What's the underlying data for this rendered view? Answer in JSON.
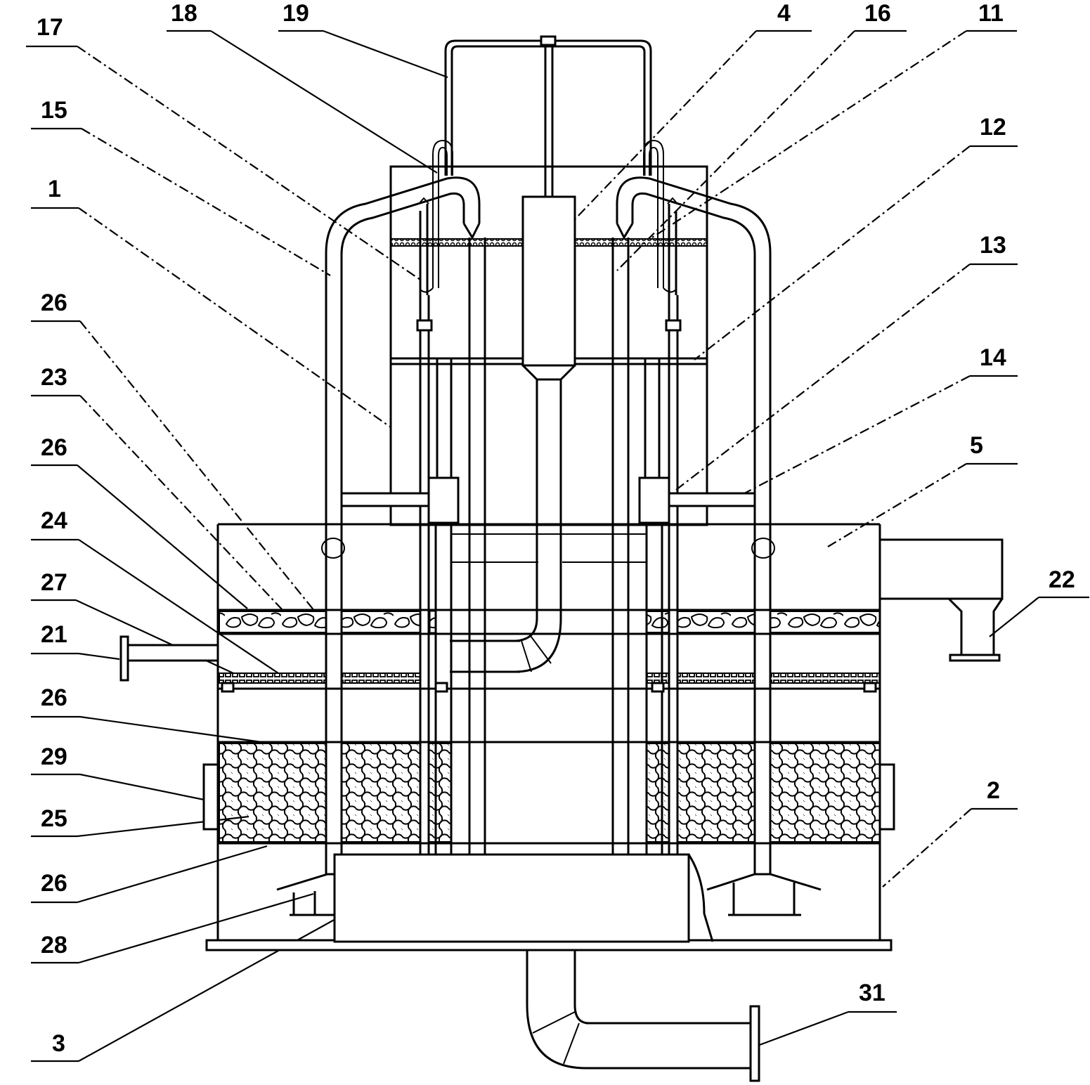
{
  "colors": {
    "ink": "#000000",
    "paper": "#ffffff"
  },
  "labels": {
    "l17": "17",
    "l18": "18",
    "l19": "19",
    "l4": "4",
    "l16": "16",
    "l11": "11",
    "l15": "15",
    "l12": "12",
    "l1": "1",
    "l13": "13",
    "l26a": "26",
    "l14": "14",
    "l23": "23",
    "l26b": "26",
    "l5": "5",
    "l24": "24",
    "l22": "22",
    "l27": "27",
    "l21": "21",
    "l26c": "26",
    "l29": "29",
    "l2": "2",
    "l25": "25",
    "l26d": "26",
    "l28": "28",
    "l31": "31",
    "l3": "3"
  }
}
